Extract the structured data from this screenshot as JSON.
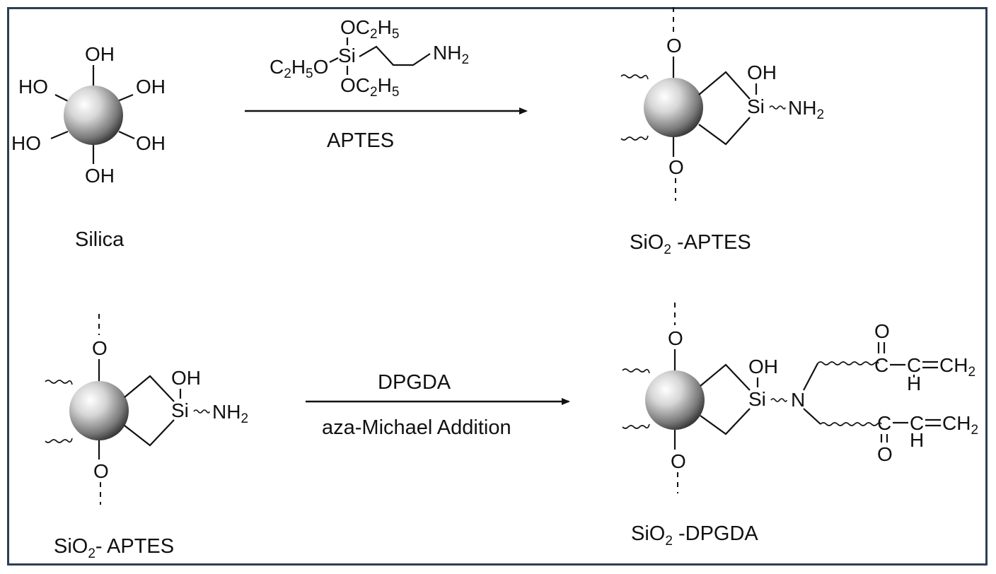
{
  "colors": {
    "frame": "#2c3e52",
    "ink": "#111111",
    "sphere_light": "#ffffff",
    "sphere_dark": "#2a2a2a"
  },
  "silica": {
    "caption": "Silica",
    "oh_top": "OH",
    "oh_upper_left": "HO",
    "oh_upper_right": "OH",
    "oh_lower_left": "HO",
    "oh_lower_right": "OH",
    "oh_bottom": "OH"
  },
  "reagent_aptes": {
    "oet_top": "OC",
    "oet_top_sub": "2",
    "oet_top_h": "H",
    "oet_top_sub2": "5",
    "si": "Si",
    "oet_left": "C",
    "oet_left_sub": "2",
    "oet_left_h": "H",
    "oet_left_sub2": "5",
    "oet_left_o": "O",
    "oet_bottom": "OC",
    "oet_bottom_sub": "2",
    "oet_bottom_h": "H",
    "oet_bottom_sub2": "5",
    "nh": "NH",
    "nh_sub": "2",
    "label": "APTES"
  },
  "product1": {
    "o_top": "O",
    "o_bottom": "O",
    "oh": "OH",
    "si": "Si",
    "nh": "NH",
    "nh_sub": "2",
    "caption_main": "SiO",
    "caption_sub": "2",
    "caption_rest": " -APTES"
  },
  "reactant2": {
    "o_top": "O",
    "o_bottom": "O",
    "oh": "OH",
    "si": "Si",
    "nh": "NH",
    "nh_sub": "2",
    "caption_main": "SiO",
    "caption_sub": "2",
    "caption_rest": "- APTES"
  },
  "reaction2": {
    "reagent": "DPGDA",
    "condition": "aza-Michael Addition"
  },
  "product2": {
    "o_top": "O",
    "o_bottom": "O",
    "oh": "OH",
    "si": "Si",
    "n": "N",
    "carbonyl_o_top": "O",
    "c_top": "C",
    "ch_top": "C",
    "h_top": "H",
    "ch2_top": "CH",
    "ch2_top_sub": "2",
    "carbonyl_o_bottom": "O",
    "c_bottom": "C",
    "ch_bottom": "C",
    "h_bottom": "H",
    "ch2_bottom": "CH",
    "ch2_bottom_sub": "2",
    "caption_main": "SiO",
    "caption_sub": "2",
    "caption_rest": " -DPGDA"
  }
}
